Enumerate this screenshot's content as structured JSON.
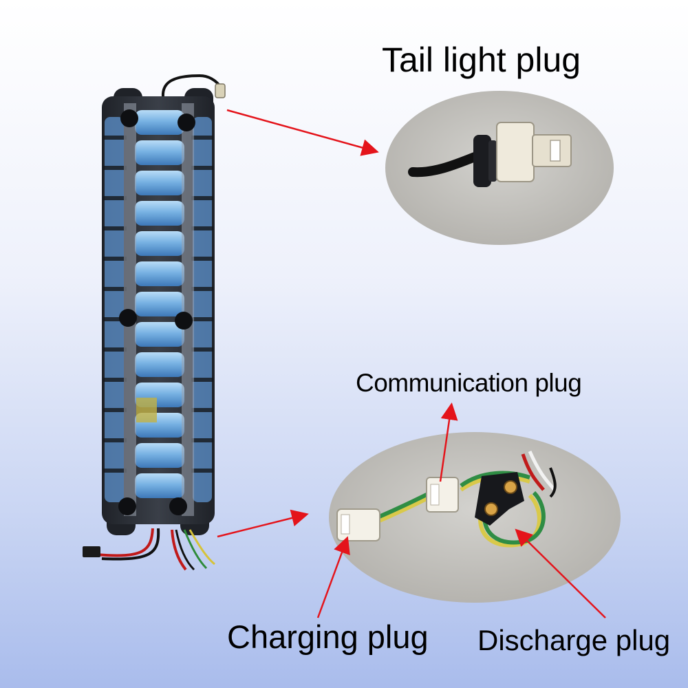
{
  "labels": {
    "tail_light": "Tail light plug",
    "communication": "Communication plug",
    "charging": "Charging plug",
    "discharge": "Discharge plug"
  },
  "colors": {
    "arrow": "#e4141b",
    "cell_blue": "#7fb6e6",
    "callout_bg": "#c4c2bd",
    "pack_wrap": "#2c2f36"
  }
}
